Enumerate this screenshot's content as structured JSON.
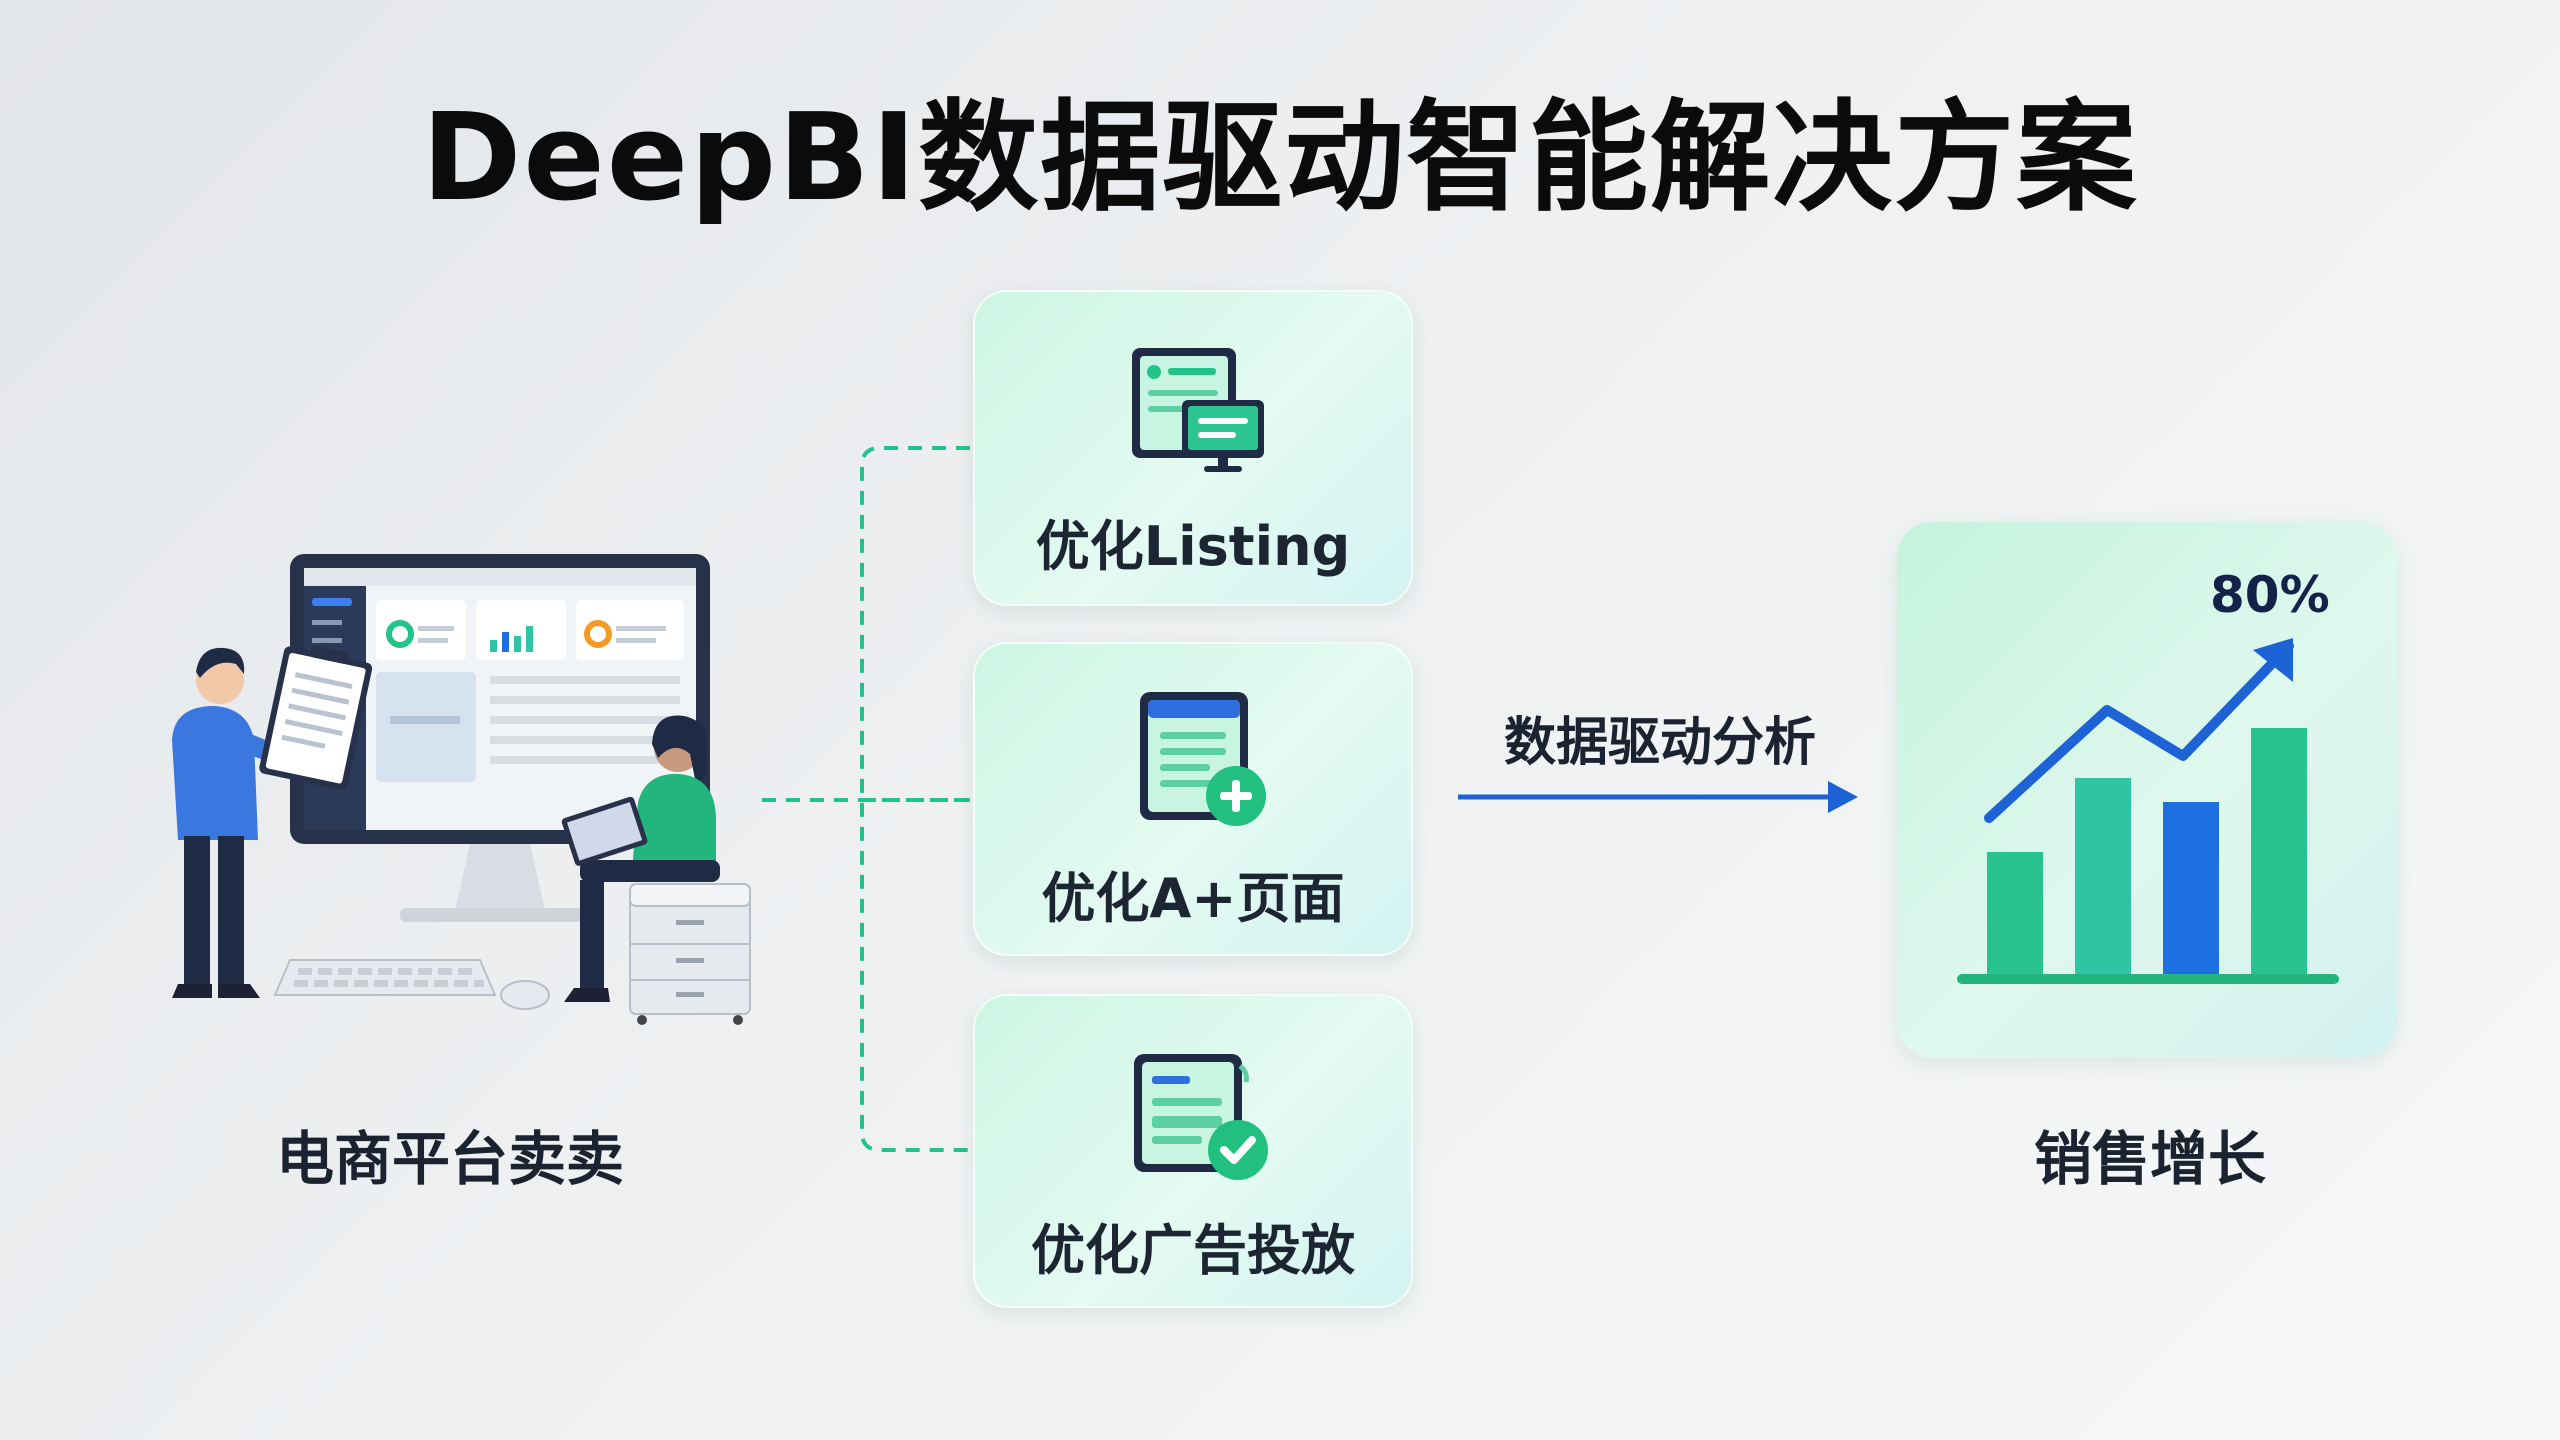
{
  "title": "DeepBI数据驱动智能解决方案",
  "left": {
    "label": "电商平台卖卖"
  },
  "options": [
    {
      "label": "优化Listing",
      "icon": "listing-monitor-icon"
    },
    {
      "label": "优化A+页面",
      "icon": "page-add-icon"
    },
    {
      "label": "优化广告投放",
      "icon": "ad-check-icon"
    }
  ],
  "arrow": {
    "label": "数据驱动分析"
  },
  "result": {
    "label": "销售增长",
    "percent": "80%"
  },
  "colors": {
    "accent_green": "#22c48a",
    "teal": "#2ec4a4",
    "blue": "#1e6fe0",
    "dark_navy": "#1f2a44"
  }
}
